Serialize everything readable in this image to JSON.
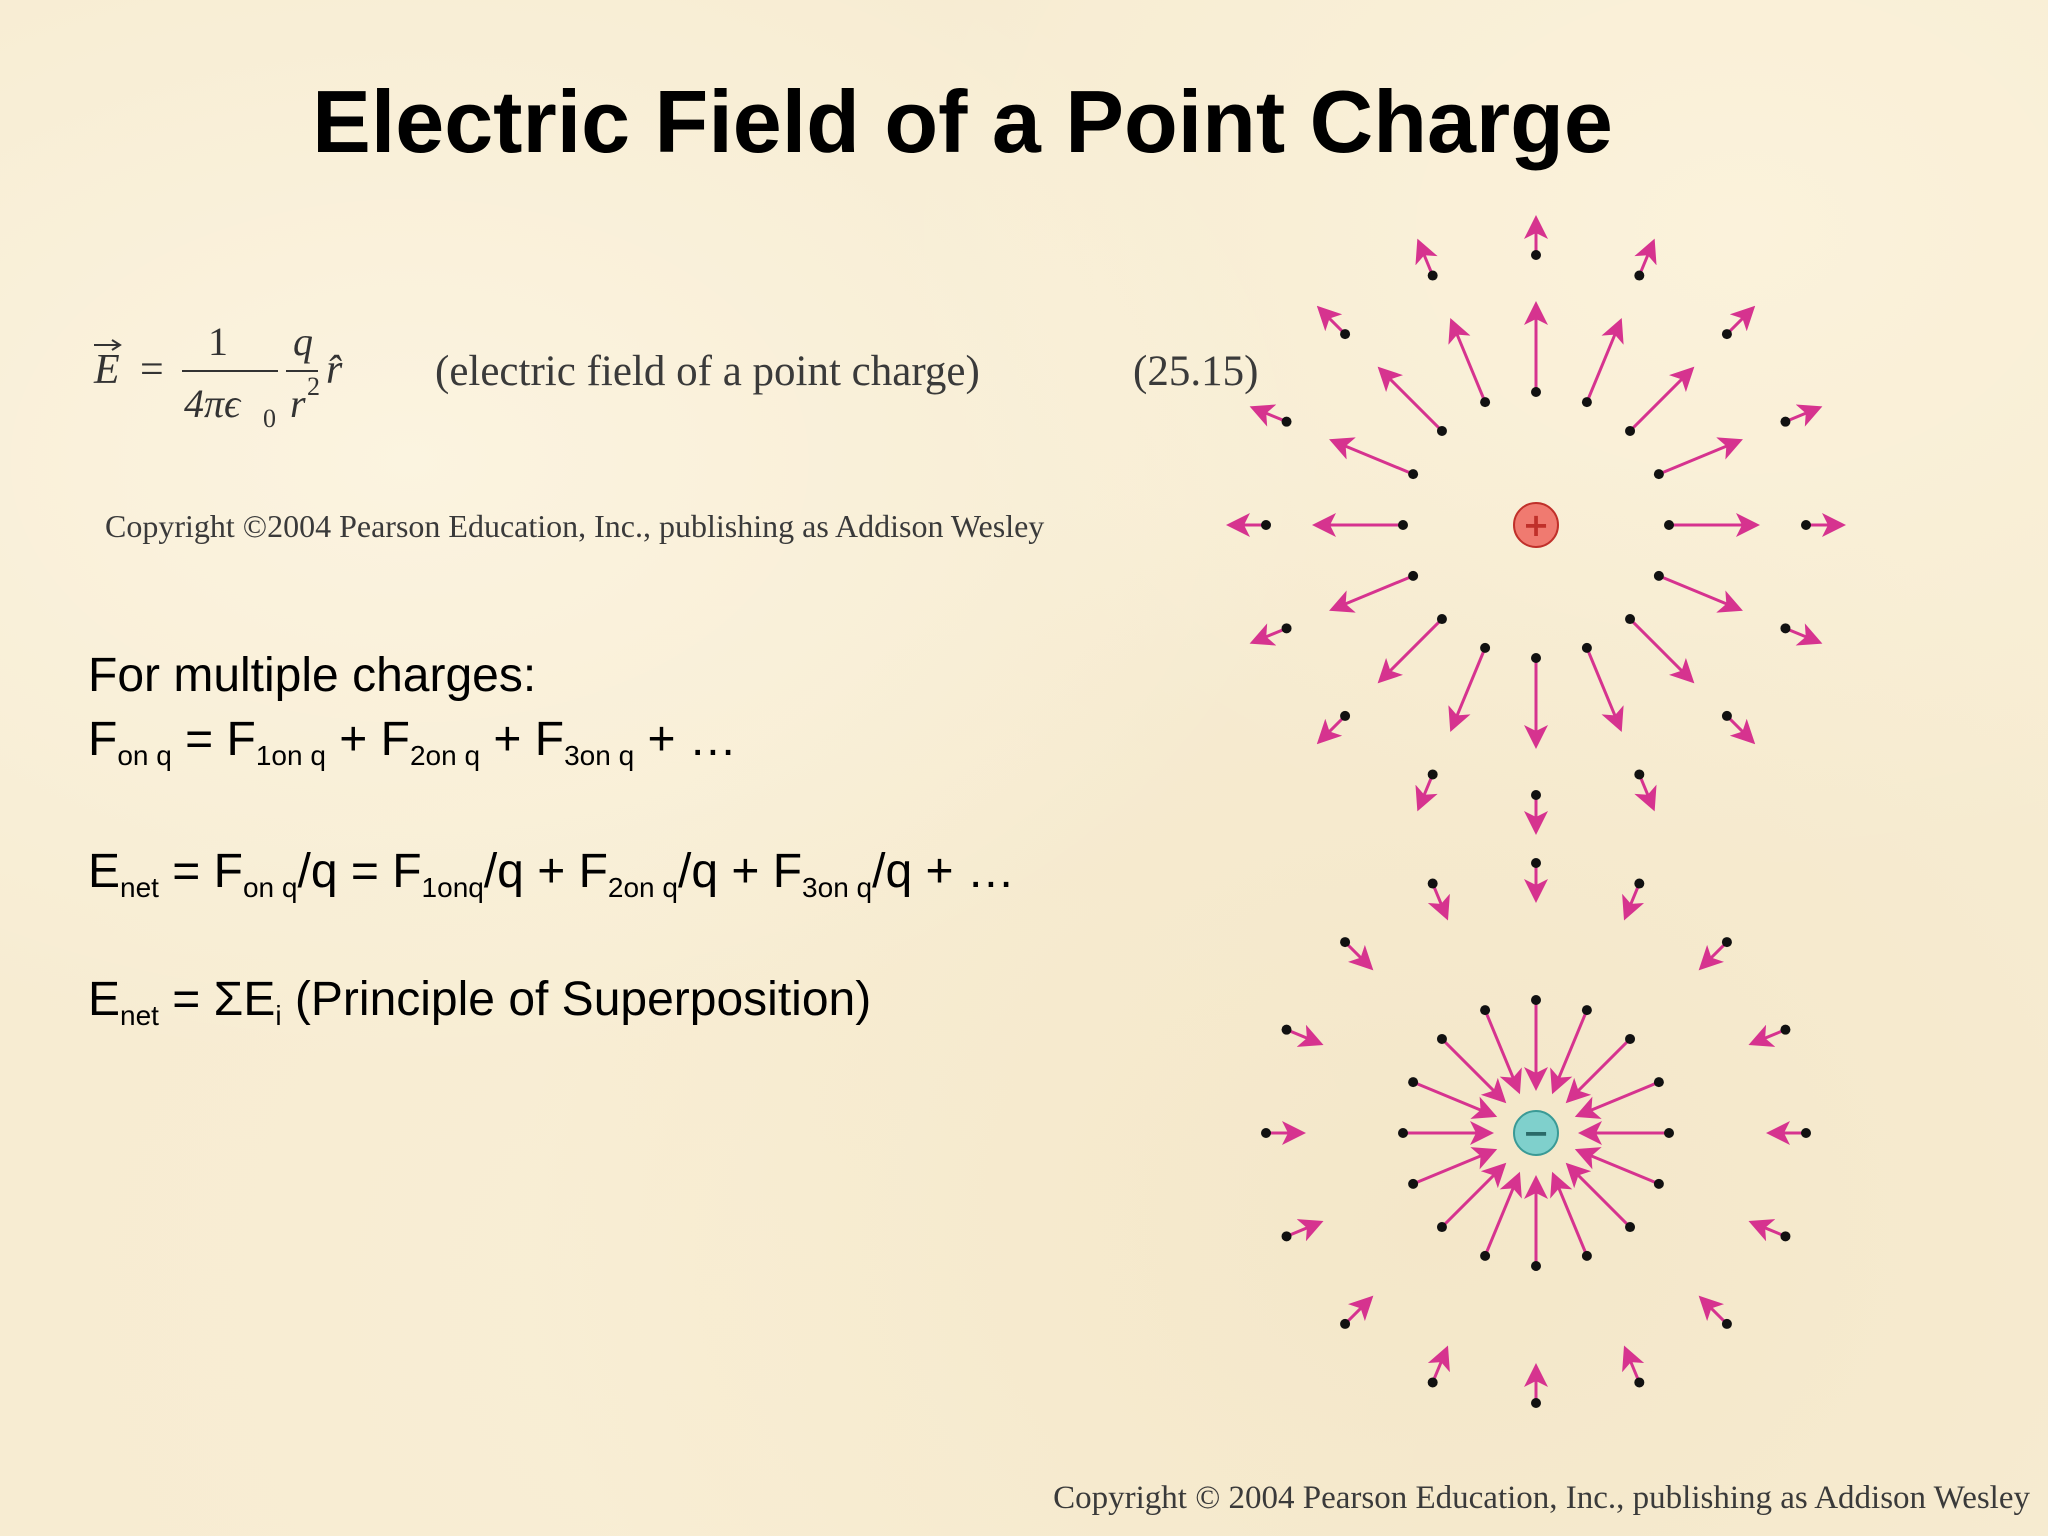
{
  "slide": {
    "title": "Electric Field of a Point Charge",
    "equation": {
      "lhs_symbol": "E",
      "equals": "=",
      "numerator_1": "1",
      "denominator_1": "4πϵ",
      "denominator_1_sub": "0",
      "numerator_2": "q",
      "denominator_2": "r",
      "denominator_2_sup": "2",
      "unit_vector": "r̂",
      "description": "(electric field of a point charge)",
      "number": "(25.15)"
    },
    "copyright_top": "Copyright ©2004 Pearson Education, Inc., publishing as Addison Wesley",
    "body": {
      "line1": "For multiple charges:",
      "line2": {
        "f1": "F",
        "s1": "on q",
        "t1": " = F",
        "s2": "1on q",
        "t2": " + F",
        "s3": "2on q",
        "t3": " + F",
        "s4": "3on q",
        "t4": " + …"
      },
      "line3": {
        "e1": "E",
        "s1": "net",
        "t1": " = F",
        "s2": "on q",
        "t2": "/q = F",
        "s3": "1onq",
        "t3": "/q + F",
        "s4": "2on q",
        "t4": "/q + F",
        "s5": "3on  q",
        "t5": "/q + …"
      },
      "line4": {
        "e1": "E",
        "s1": "net",
        "t1": " = ΣE",
        "s2": "i",
        "t2": " (Principle of Superposition)"
      }
    },
    "copyright_bottom": "Copyright © 2004 Pearson Education, Inc., publishing as Addison Wesley",
    "diagram": {
      "positive_charge_symbol": "+",
      "negative_charge_symbol": "−",
      "colors": {
        "arrow": "#d6338f",
        "dot": "#111111",
        "positive_fill": "#f07a70",
        "positive_stroke": "#c0302a",
        "negative_fill": "#7fd0cc",
        "negative_stroke": "#3a9a96",
        "sign": "#c0302a",
        "sign_negative": "#2a6a68"
      }
    }
  }
}
